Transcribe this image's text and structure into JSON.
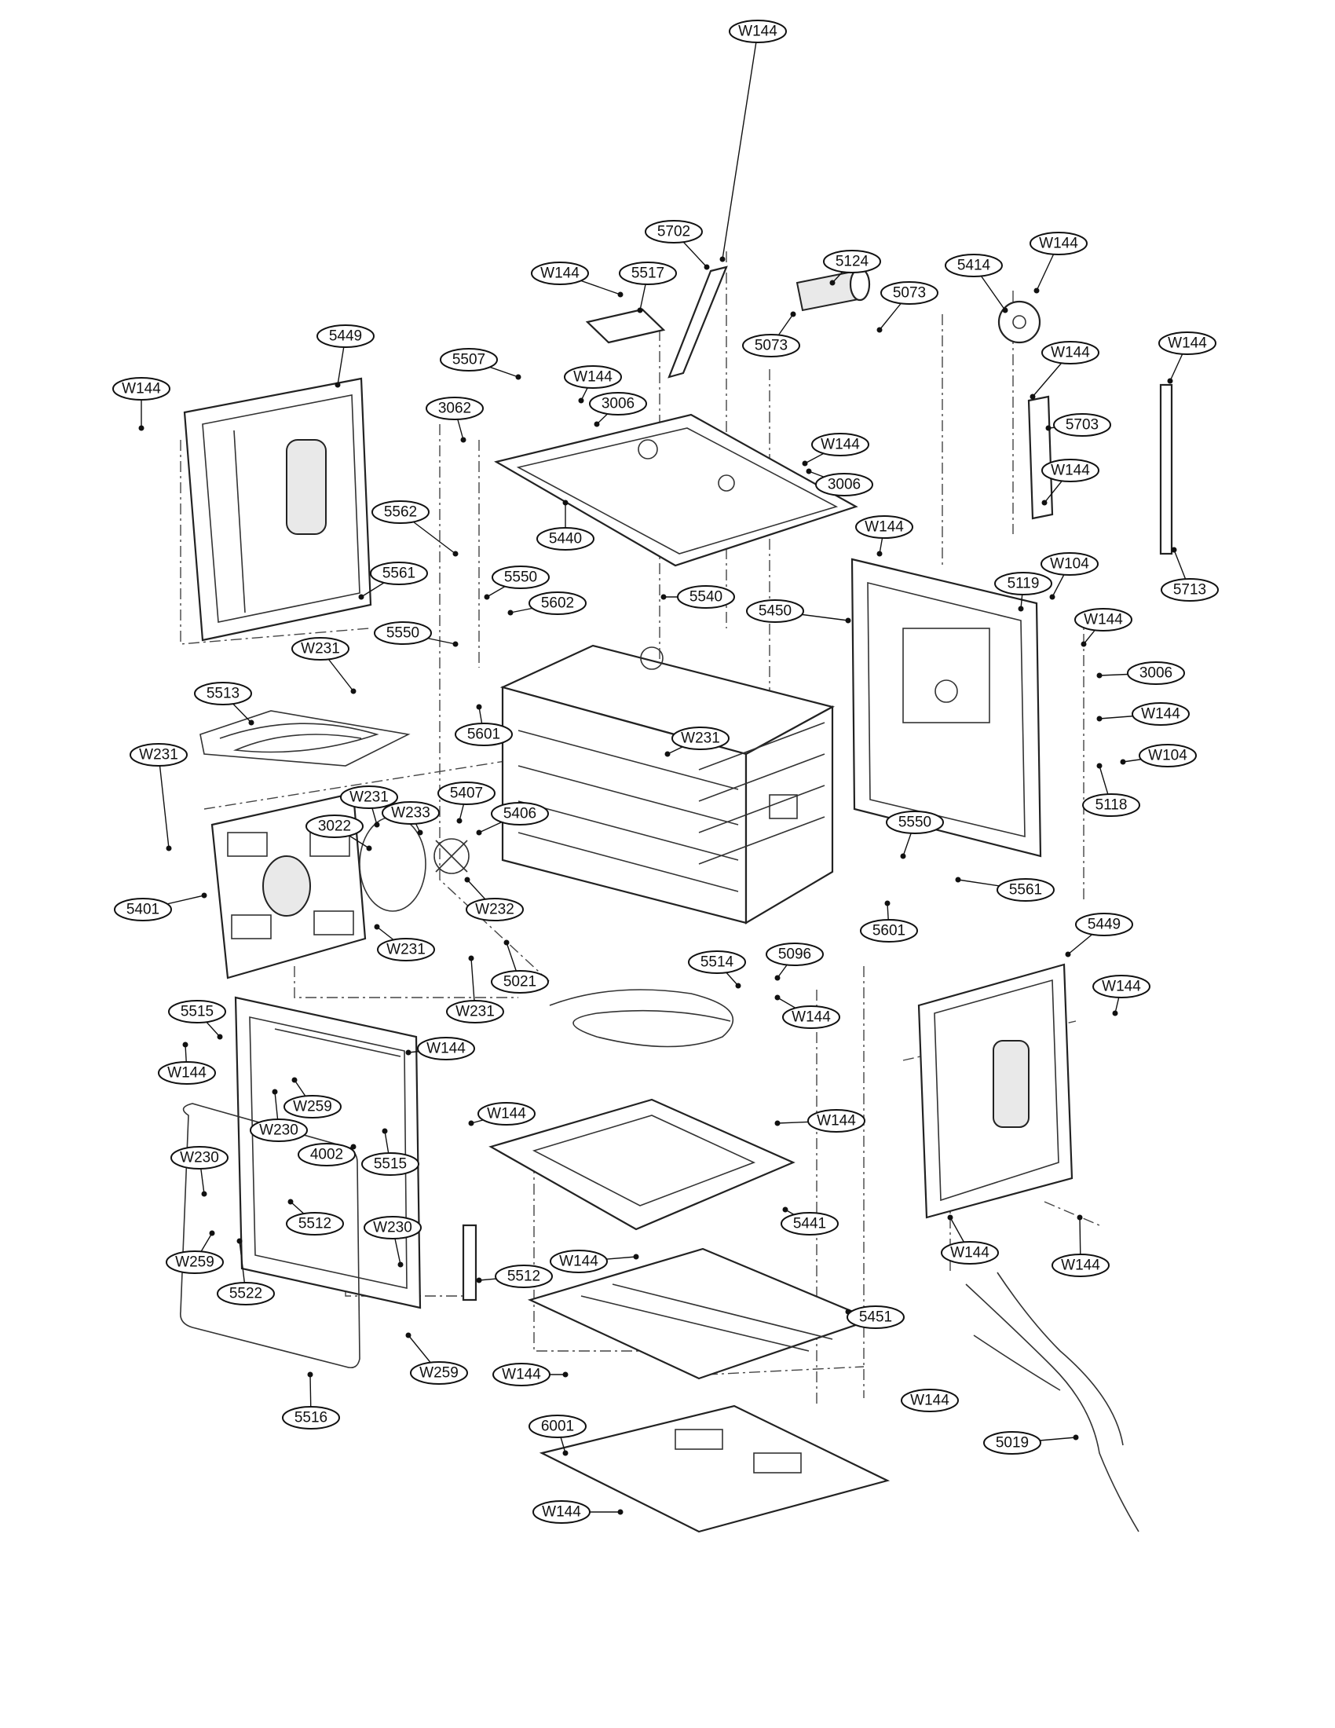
{
  "callouts": [
    {
      "id": "c01",
      "label": "W144"
    },
    {
      "id": "c02",
      "label": "5702"
    },
    {
      "id": "c03",
      "label": "5124"
    },
    {
      "id": "c04",
      "label": "W144"
    },
    {
      "id": "c05",
      "label": "5517"
    },
    {
      "id": "c06",
      "label": "5073"
    },
    {
      "id": "c07",
      "label": "5414"
    },
    {
      "id": "c08",
      "label": "W144"
    },
    {
      "id": "c09",
      "label": "5449"
    },
    {
      "id": "c10",
      "label": "5507"
    },
    {
      "id": "c11",
      "label": "5073"
    },
    {
      "id": "c12",
      "label": "W144"
    },
    {
      "id": "c13",
      "label": "W144"
    },
    {
      "id": "c14",
      "label": "W144"
    },
    {
      "id": "c15",
      "label": "W144"
    },
    {
      "id": "c16",
      "label": "3062"
    },
    {
      "id": "c17",
      "label": "3006"
    },
    {
      "id": "c18",
      "label": "5703"
    },
    {
      "id": "c19",
      "label": "W144"
    },
    {
      "id": "c20",
      "label": "3006"
    },
    {
      "id": "c21",
      "label": "W144"
    },
    {
      "id": "c22",
      "label": "5562"
    },
    {
      "id": "c23",
      "label": "5440"
    },
    {
      "id": "c24",
      "label": "W144"
    },
    {
      "id": "c25",
      "label": "5561"
    },
    {
      "id": "c26",
      "label": "5550"
    },
    {
      "id": "c27",
      "label": "W104"
    },
    {
      "id": "c28",
      "label": "5713"
    },
    {
      "id": "c29",
      "label": "5119"
    },
    {
      "id": "c30",
      "label": "5540"
    },
    {
      "id": "c31",
      "label": "5602"
    },
    {
      "id": "c32",
      "label": "5450"
    },
    {
      "id": "c33",
      "label": "W144"
    },
    {
      "id": "c34",
      "label": "5550"
    },
    {
      "id": "c35",
      "label": "W231"
    },
    {
      "id": "c36",
      "label": "3006"
    },
    {
      "id": "c37",
      "label": "5513"
    },
    {
      "id": "c38",
      "label": "5601"
    },
    {
      "id": "c39",
      "label": "W231"
    },
    {
      "id": "c40",
      "label": "W144"
    },
    {
      "id": "c41",
      "label": "W231"
    },
    {
      "id": "c42",
      "label": "W104"
    },
    {
      "id": "c43",
      "label": "W233"
    },
    {
      "id": "c44",
      "label": "W231"
    },
    {
      "id": "c45",
      "label": "5407"
    },
    {
      "id": "c46",
      "label": "5118"
    },
    {
      "id": "c47",
      "label": "3022"
    },
    {
      "id": "c48",
      "label": "5406"
    },
    {
      "id": "c49",
      "label": "5550"
    },
    {
      "id": "c50",
      "label": "5561"
    },
    {
      "id": "c51",
      "label": "5401"
    },
    {
      "id": "c52",
      "label": "W232"
    },
    {
      "id": "c53",
      "label": "5601"
    },
    {
      "id": "c54",
      "label": "5449"
    },
    {
      "id": "c55",
      "label": "W231"
    },
    {
      "id": "c56",
      "label": "5096"
    },
    {
      "id": "c57",
      "label": "5514"
    },
    {
      "id": "c58",
      "label": "5021"
    },
    {
      "id": "c59",
      "label": "W144"
    },
    {
      "id": "c60",
      "label": "5515"
    },
    {
      "id": "c61",
      "label": "W231"
    },
    {
      "id": "c62",
      "label": "W144"
    },
    {
      "id": "c63",
      "label": "W144"
    },
    {
      "id": "c64",
      "label": "W144"
    },
    {
      "id": "c65",
      "label": "W259"
    },
    {
      "id": "c66",
      "label": "W144"
    },
    {
      "id": "c67",
      "label": "W144"
    },
    {
      "id": "c68",
      "label": "W230"
    },
    {
      "id": "c69",
      "label": "4002"
    },
    {
      "id": "c70",
      "label": "5515"
    },
    {
      "id": "c71",
      "label": "W230"
    },
    {
      "id": "c72",
      "label": "5441"
    },
    {
      "id": "c73",
      "label": "5512"
    },
    {
      "id": "c74",
      "label": "W230"
    },
    {
      "id": "c75",
      "label": "W144"
    },
    {
      "id": "c76",
      "label": "W144"
    },
    {
      "id": "c77",
      "label": "W259"
    },
    {
      "id": "c78",
      "label": "5512"
    },
    {
      "id": "c79",
      "label": "W144"
    },
    {
      "id": "c80",
      "label": "5522"
    },
    {
      "id": "c81",
      "label": "5451"
    },
    {
      "id": "c82",
      "label": "W259"
    },
    {
      "id": "c83",
      "label": "W144"
    },
    {
      "id": "c84",
      "label": "W144"
    },
    {
      "id": "c85",
      "label": "5516"
    },
    {
      "id": "c86",
      "label": "6001"
    },
    {
      "id": "c87",
      "label": "5019"
    },
    {
      "id": "c88",
      "label": "W144"
    }
  ]
}
